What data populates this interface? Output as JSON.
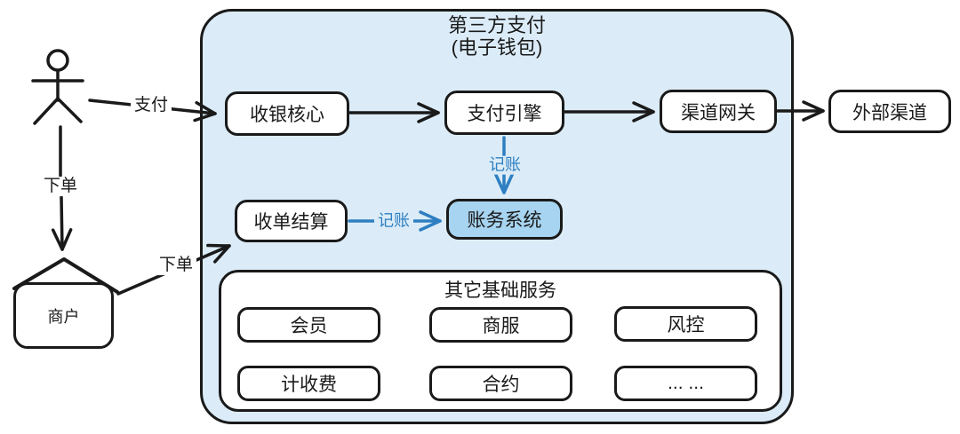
{
  "colors": {
    "ink": "#1A1A1A",
    "blue": "#2E7FC1",
    "container_fill": "#DBECF8",
    "accent_fill": "#A7D4F0"
  },
  "container": {
    "title_line1": "第三方支付",
    "title_line2": "(电子钱包)"
  },
  "nodes": {
    "cashier_core": "收银核心",
    "payment_engine": "支付引擎",
    "channel_gateway": "渠道网关",
    "external_channel": "外部渠道",
    "acquiring_settlement": "收单结算",
    "accounting_system": "账务系统",
    "merchant": "商户"
  },
  "edge_labels": {
    "pay": "支付",
    "order_user": "下单",
    "order_merchant": "下单",
    "bookkeeping_engine": "记账",
    "bookkeeping_settlement": "记账"
  },
  "services": {
    "title": "其它基础服务",
    "items": [
      {
        "label": "会员"
      },
      {
        "label": "商服"
      },
      {
        "label": "风控"
      },
      {
        "label": "计收费"
      },
      {
        "label": "合约"
      },
      {
        "label": "... ..."
      }
    ]
  }
}
